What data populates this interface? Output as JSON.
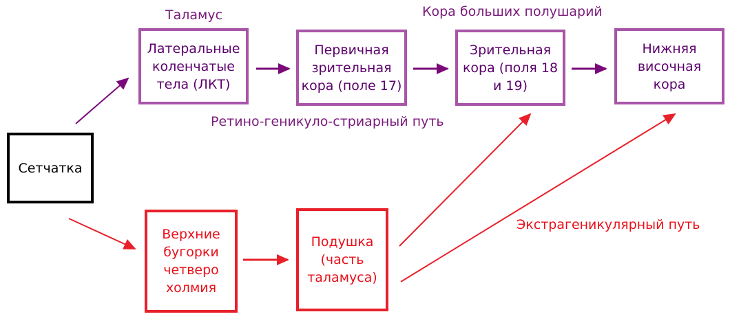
{
  "colors": {
    "purple_border": "#A855A8",
    "purple_text": "#5B006B",
    "purple_arrow": "#7A0A7A",
    "red": "#E8202A",
    "black": "#000000"
  },
  "labels": {
    "thalamus": "Таламус",
    "cortex": "Кора больших полушарий",
    "geniculo_path": "Ретино-геникуло-стриарный путь",
    "extrageniculate_path": "Экстрагеникулярный путь"
  },
  "nodes": {
    "retina": "Сетчатка",
    "lgn": "Латеральные\nколенчатые\nтела (ЛКТ)",
    "primary_visual": "Первичная\nзрительная\nкора (поле 17)",
    "visual_cortex": "Зрительная\nкора (поля 18\nи 19)",
    "inferior_temporal": "Нижняя\nвисочная\nкора",
    "superior_colliculi": "Верхние\nбугорки\nчетверо\nхолмия",
    "pulvinar": "Подушка\n(часть\nталамуса)"
  }
}
